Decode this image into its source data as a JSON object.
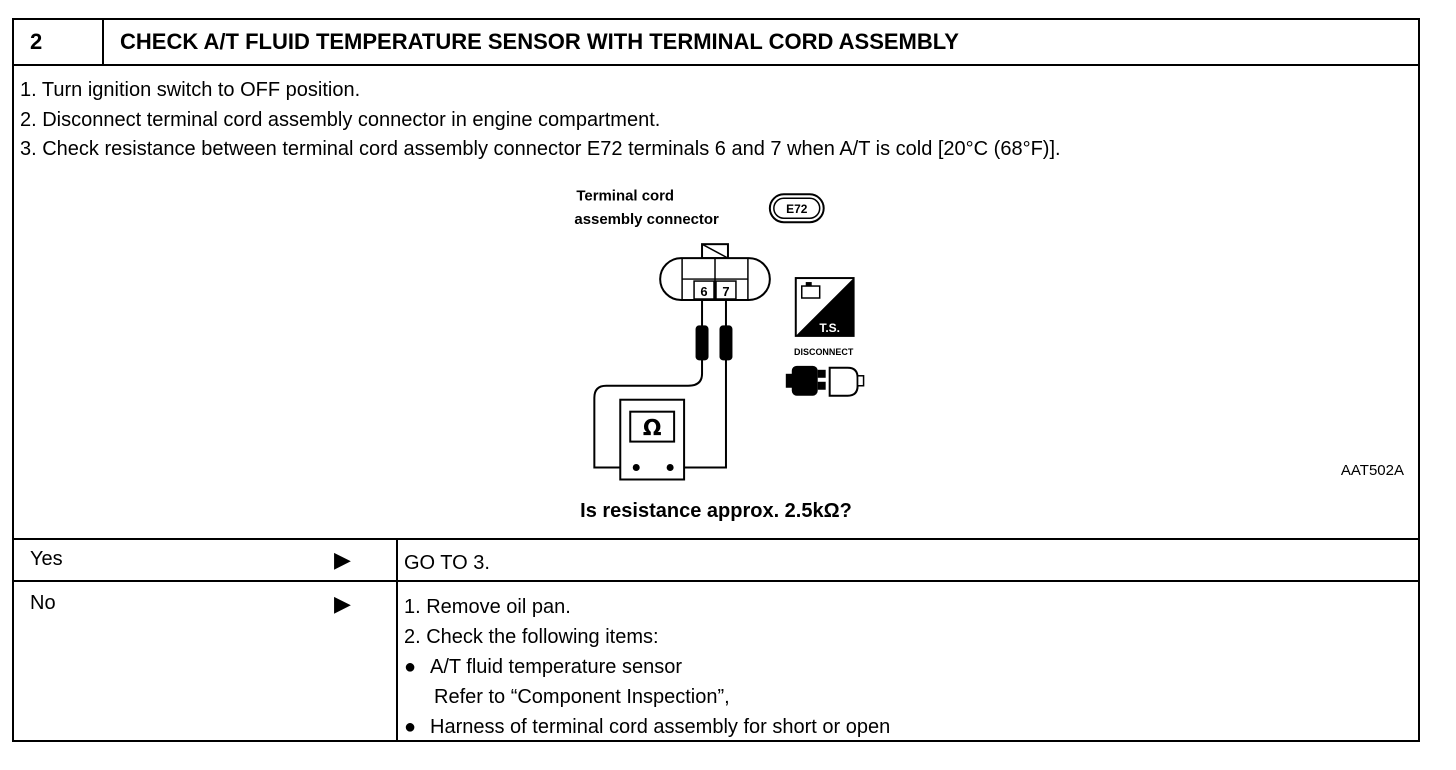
{
  "header": {
    "step_number": "2",
    "title": "CHECK A/T FLUID TEMPERATURE SENSOR WITH TERMINAL CORD ASSEMBLY"
  },
  "procedure": [
    "1.  Turn ignition switch to OFF position.",
    "2.  Disconnect terminal cord assembly connector in engine compartment.",
    "3.  Check resistance between terminal cord assembly connector E72 terminals 6 and 7 when A/T is cold [20°C (68°F)]."
  ],
  "figure": {
    "label_line1": "Terminal cord",
    "label_line2": "assembly connector",
    "connector_id": "E72",
    "terminal_a": "6",
    "terminal_b": "7",
    "meter_symbol": "Ω",
    "ts_label": "T.S.",
    "disconnect_label": "DISCONNECT",
    "figure_code": "AAT502A"
  },
  "question": "Is resistance approx. 2.5kΩ?",
  "outcomes": {
    "yes": {
      "label": "Yes",
      "result": "GO TO 3."
    },
    "no": {
      "label": "No",
      "step1": "1.  Remove oil pan.",
      "step2": "2.  Check the following items:",
      "item1": "A/T fluid temperature sensor",
      "item1_note": "Refer to “Component Inspection”,",
      "item2": "Harness of terminal cord assembly for short or open"
    }
  }
}
